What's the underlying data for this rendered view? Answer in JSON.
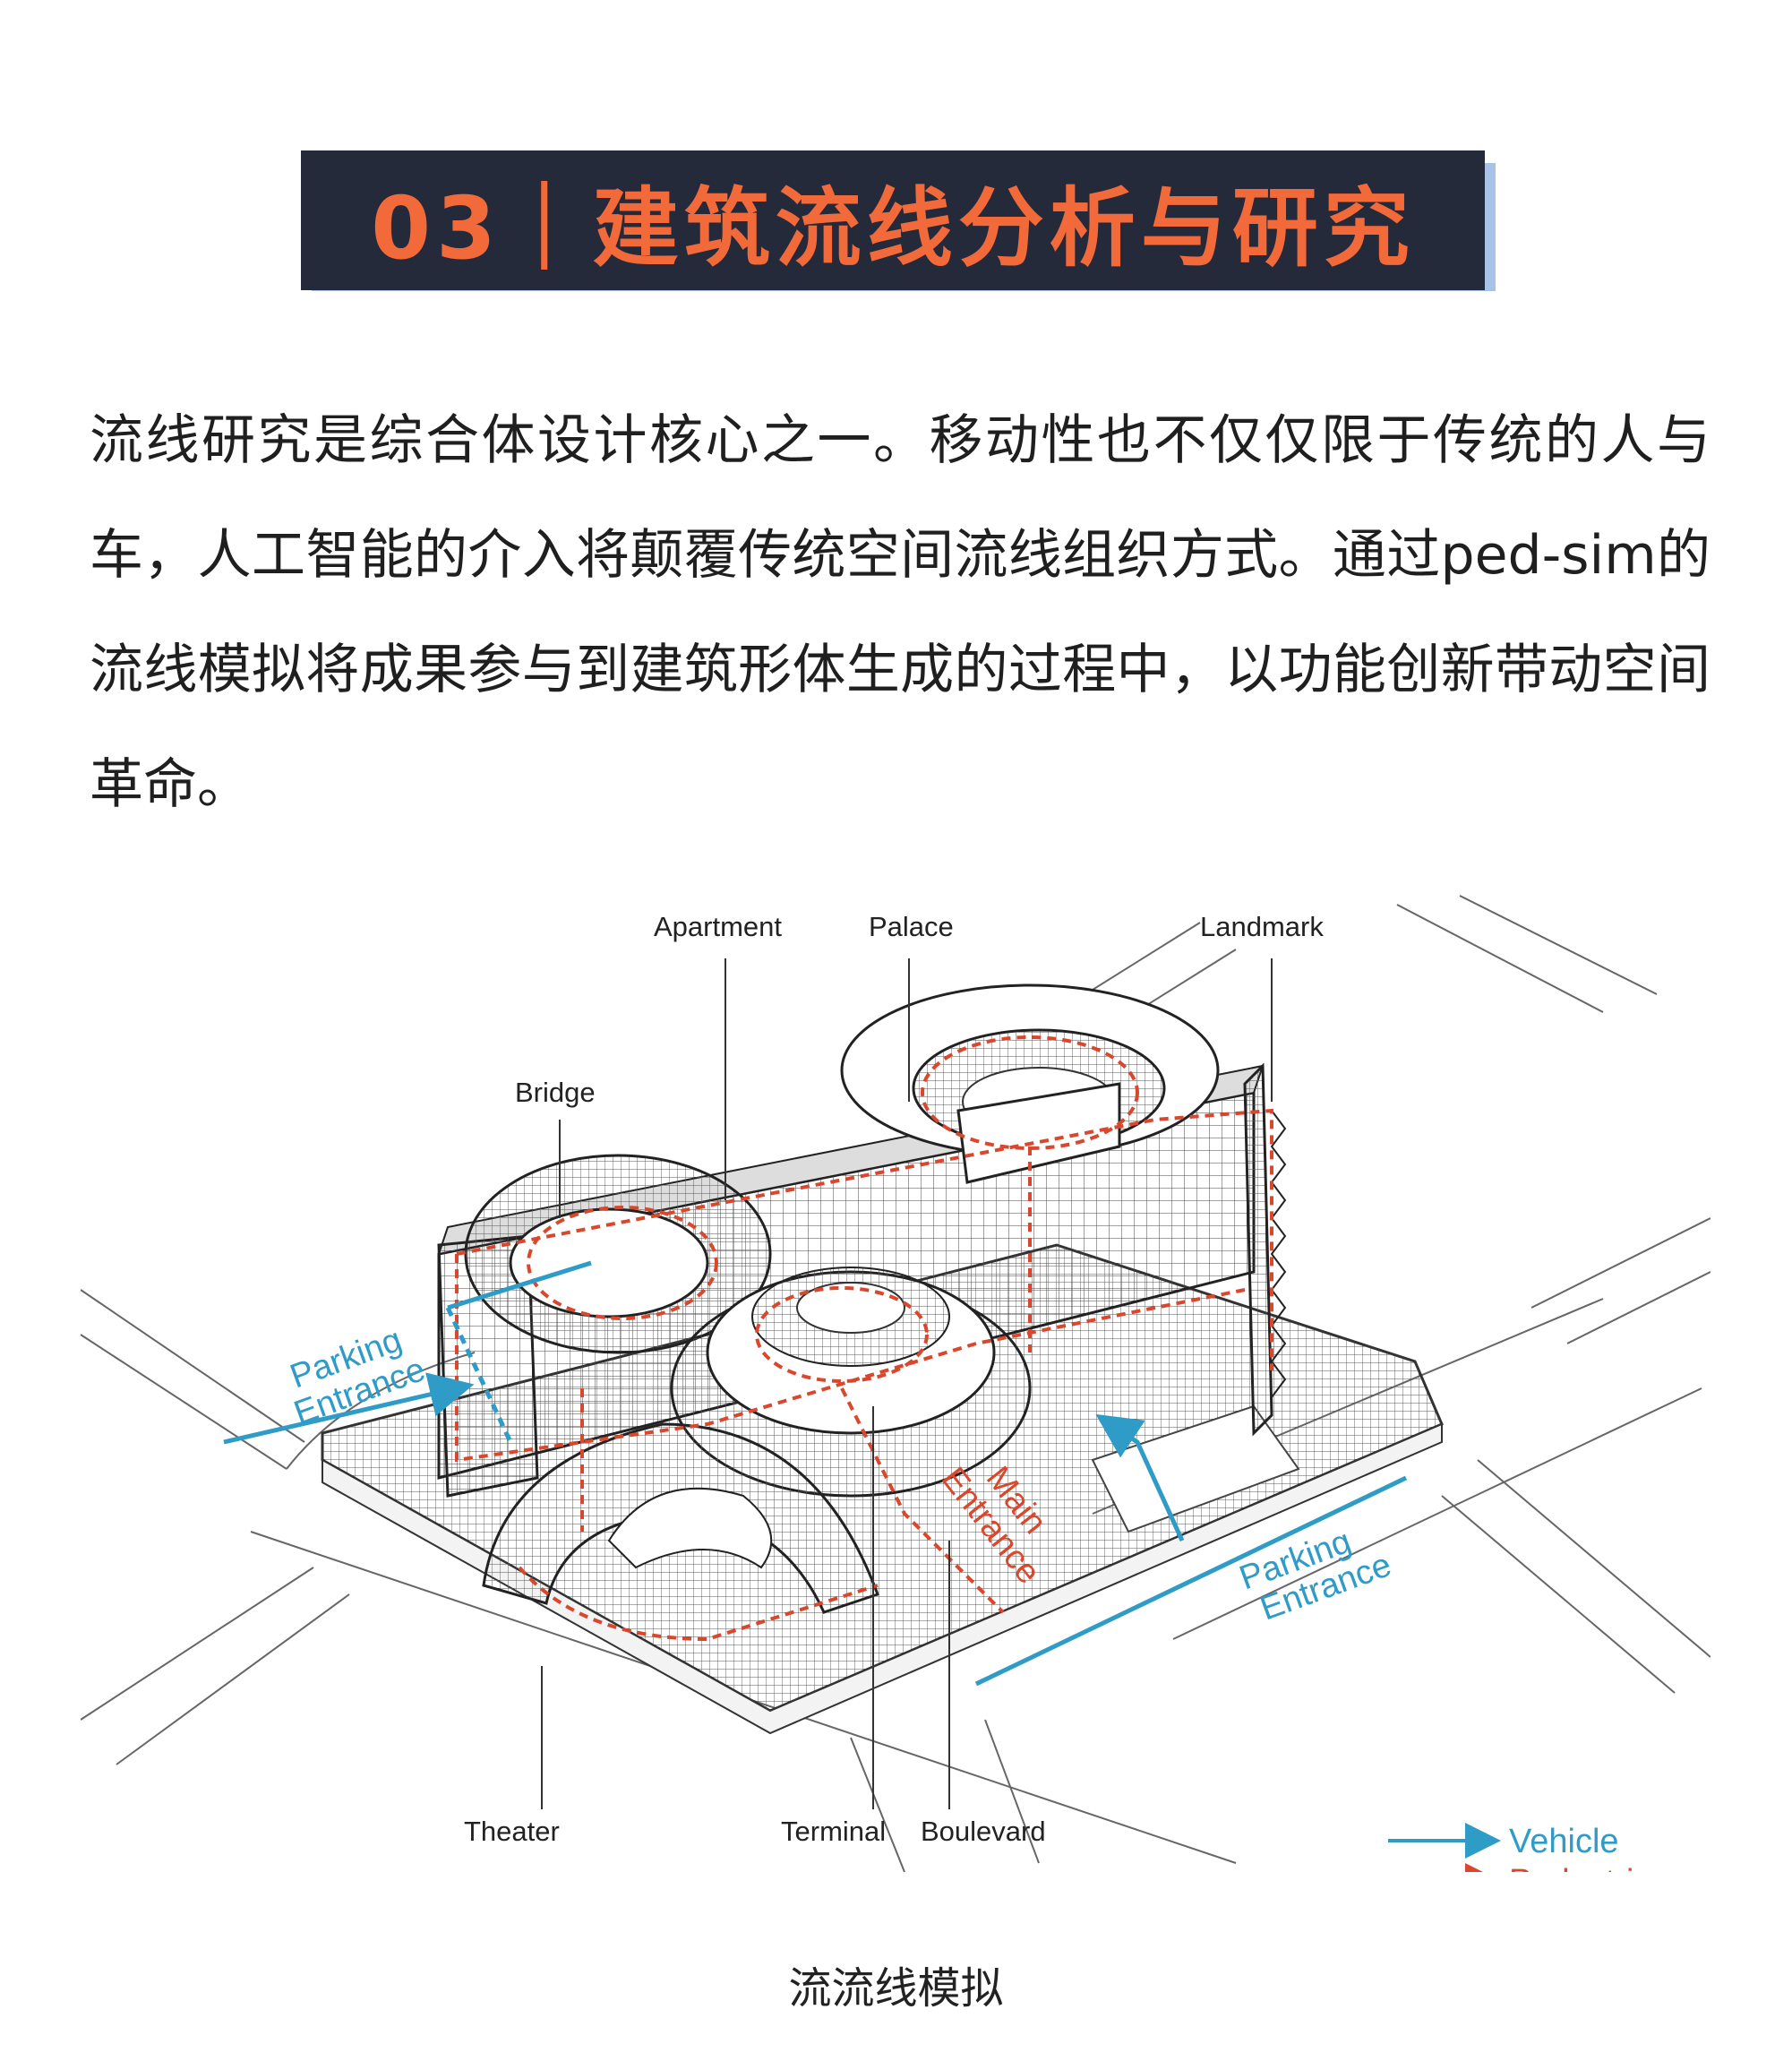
{
  "header": {
    "title": "03｜建筑流线分析与研究"
  },
  "intro": {
    "paragraph": "流线研究是综合体设计核心之一。移动性也不仅仅限于传统的人与车，人工智能的介入将颠覆传统空间流线组织方式。通过ped-sim的流线模拟将成果参与到建筑形体生成的过程中，以功能创新带动空间革命。"
  },
  "diagram": {
    "labels": {
      "apartment": "Apartment",
      "palace": "Palace",
      "landmark": "Landmark",
      "bridge": "Bridge",
      "theater": "Theater",
      "terminal": "Terminal",
      "boulevard": "Boulevard",
      "parking_left_1": "Parking",
      "parking_left_2": "Entrance",
      "parking_right_1": "Parking",
      "parking_right_2": "Entrance",
      "main_1": "Main",
      "main_2": "Entrance"
    },
    "legend": {
      "vehicle": "Vehicle",
      "pedestrian": "Pedestrian"
    },
    "colors": {
      "vehicle": "#2f9bc7",
      "pedestrian": "#d9472d",
      "line": "#333333"
    }
  },
  "caption": "流流线模拟"
}
